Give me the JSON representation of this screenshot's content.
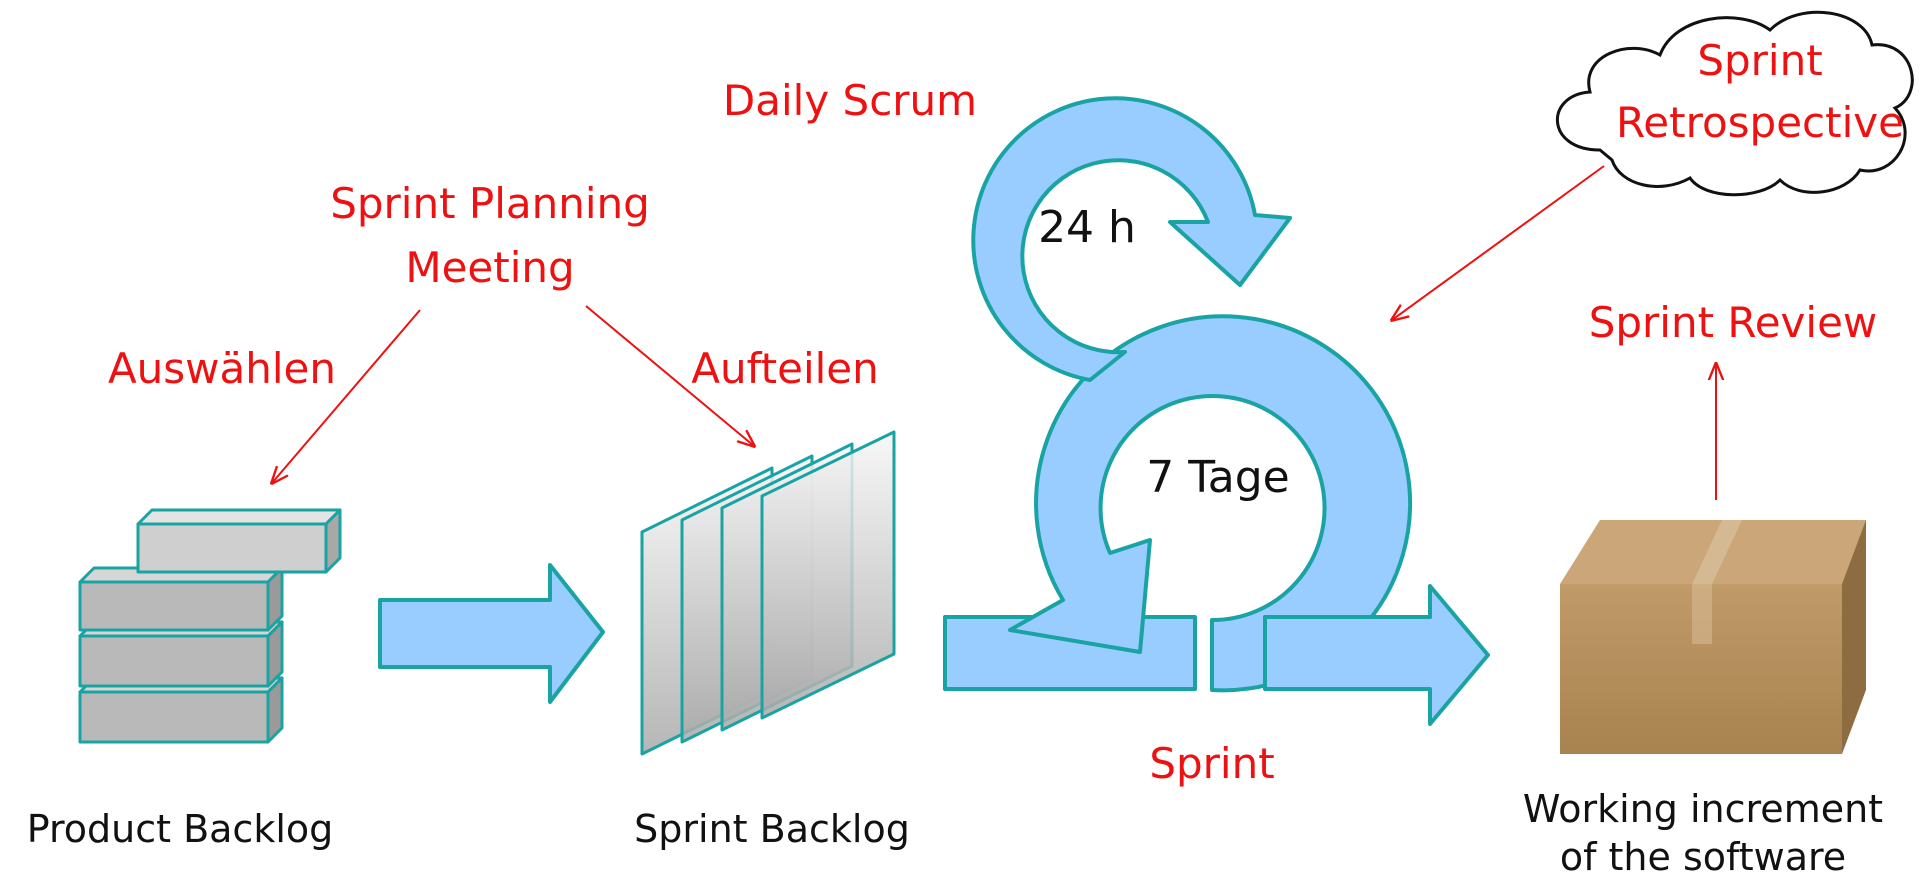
{
  "labels": {
    "sprint_planning_line1": "Sprint Planning",
    "sprint_planning_line2": "Meeting",
    "auswaehlen": "Auswählen",
    "aufteilen": "Aufteilen",
    "daily_scrum": "Daily Scrum",
    "daily_cycle": "24 h",
    "sprint_cycle": "7 Tage",
    "sprint": "Sprint",
    "retro_line1": "Sprint",
    "retro_line2": "Retrospective",
    "sprint_review": "Sprint Review",
    "product_backlog": "Product Backlog",
    "sprint_backlog": "Sprint Backlog",
    "increment_line1": "Working increment",
    "increment_line2": "of the software"
  },
  "icons": [
    "product-backlog-stack",
    "sprint-backlog-sheets",
    "daily-cycle-arrow",
    "sprint-cycle-arrow",
    "retrospective-cloud",
    "increment-box"
  ],
  "colors": {
    "label_red": "#ee1111",
    "arrow_fill": "#99ccff",
    "arrow_stroke": "#1aa3a3",
    "box_brown": "#b8915f",
    "block_grey": "#b9b9b9"
  }
}
